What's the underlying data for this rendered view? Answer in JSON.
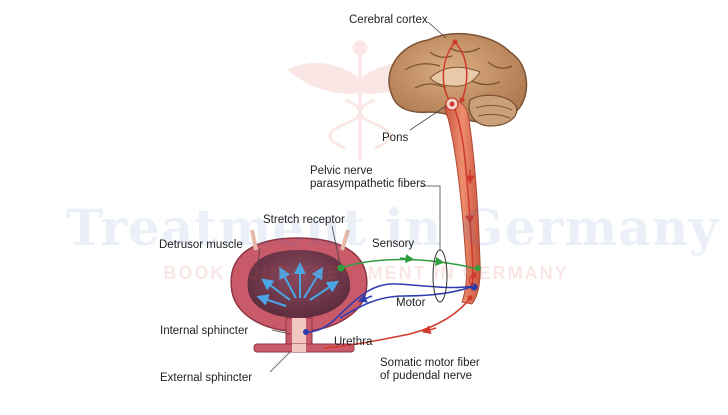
{
  "labels": {
    "cerebral_cortex": "Cerebral cortex",
    "pons": "Pons",
    "pelvic_nerve_line1": "Pelvic nerve",
    "pelvic_nerve_line2": "parasympathetic fibers",
    "stretch_receptor": "Stretch receptor",
    "detrusor_muscle": "Detrusor muscle",
    "sensory": "Sensory",
    "motor": "Motor",
    "internal_sphincter": "Internal sphincter",
    "urethra": "Urethra",
    "external_sphincter": "External  sphincter",
    "somatic_line1": "Somatic motor fiber",
    "somatic_line2": "of pudendal nerve"
  },
  "watermark": {
    "title": "Treatment in Germany",
    "subtitle": "BOOK YOUR TREATMENT IN GERMANY"
  },
  "colors": {
    "brain": "#c8966a",
    "spinal_cord": "#e0765c",
    "bladder_muscle": "#c95a69",
    "bladder_lumen": "#6c3a4a",
    "sensory_pathway": "#2e9e3e",
    "motor_pathway": "#2b3bb0",
    "somatic_pathway": "#cf3a2a"
  },
  "icons": {
    "watermark_logo": "caduceus-icon"
  }
}
